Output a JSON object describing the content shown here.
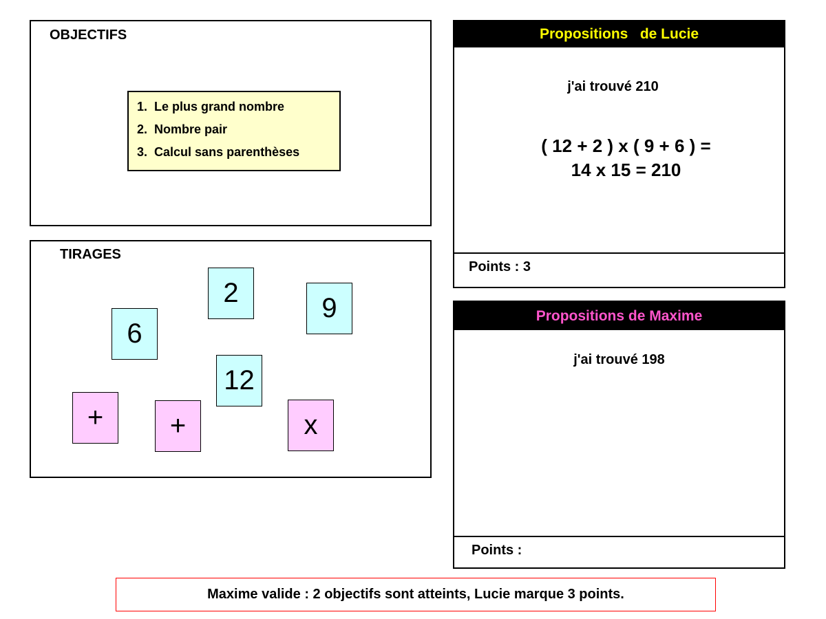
{
  "objectifs": {
    "title": "OBJECTIFS",
    "items": [
      {
        "n": "1.",
        "label": "Le plus grand nombre"
      },
      {
        "n": "2.",
        "label": "Nombre pair"
      },
      {
        "n": "3.",
        "label": "Calcul sans parenthèses"
      }
    ]
  },
  "tirages": {
    "title": "TIRAGES",
    "numbers": [
      "6",
      "2",
      "9",
      "12"
    ],
    "operators": [
      "+",
      "+",
      "x"
    ]
  },
  "lucie": {
    "title": "Propositions   de Lucie",
    "found": "j'ai trouvé 210",
    "calc_line1": "( 12 + 2 ) x ( 9 + 6 ) =",
    "calc_line2": "14 x 15 = 210",
    "points": "Points : 3"
  },
  "maxime": {
    "title": "Propositions de Maxime",
    "found": "j'ai trouvé 198",
    "points": "Points :"
  },
  "message": "Maxime valide : 2 objectifs sont atteints, Lucie marque 3 points.",
  "colors": {
    "lucie_title": "#ffff00",
    "maxime_title": "#ff55cc",
    "number_card": "#ccffff",
    "operator_card": "#ffccff",
    "objectives_bg": "#ffffcc",
    "message_border": "#ff0000"
  }
}
